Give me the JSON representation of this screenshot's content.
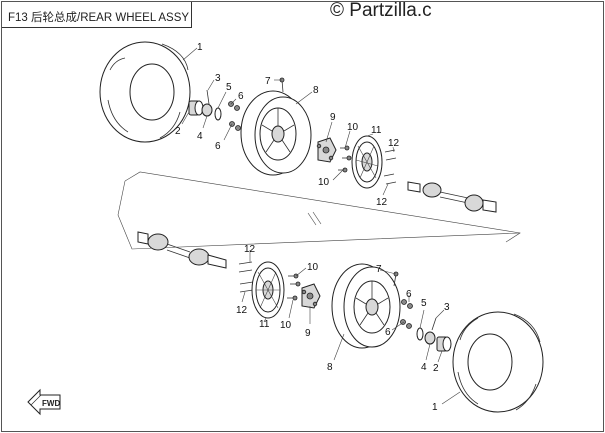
{
  "header": {
    "title": "F13 后轮总成/REAR WHEEL ASSY"
  },
  "watermark": {
    "text": "© Partzilla.c"
  },
  "direction_indicator": {
    "label": "FWD"
  },
  "callouts_upper": [
    {
      "id": "1",
      "label": "1"
    },
    {
      "id": "2",
      "label": "2"
    },
    {
      "id": "3",
      "label": "3"
    },
    {
      "id": "4",
      "label": "4"
    },
    {
      "id": "5",
      "label": "5"
    },
    {
      "id": "6a",
      "label": "6"
    },
    {
      "id": "6b",
      "label": "6"
    },
    {
      "id": "7",
      "label": "7"
    },
    {
      "id": "8",
      "label": "8"
    },
    {
      "id": "9",
      "label": "9"
    },
    {
      "id": "10a",
      "label": "10"
    },
    {
      "id": "10b",
      "label": "10"
    },
    {
      "id": "11",
      "label": "11"
    },
    {
      "id": "12a",
      "label": "12"
    },
    {
      "id": "12b",
      "label": "12"
    }
  ],
  "callouts_lower": [
    {
      "id": "1",
      "label": "1"
    },
    {
      "id": "2",
      "label": "2"
    },
    {
      "id": "3",
      "label": "3"
    },
    {
      "id": "4",
      "label": "4"
    },
    {
      "id": "5",
      "label": "5"
    },
    {
      "id": "6a",
      "label": "6"
    },
    {
      "id": "6b",
      "label": "6"
    },
    {
      "id": "7",
      "label": "7"
    },
    {
      "id": "8",
      "label": "8"
    },
    {
      "id": "9",
      "label": "9"
    },
    {
      "id": "10a",
      "label": "10"
    },
    {
      "id": "10b",
      "label": "10"
    },
    {
      "id": "11",
      "label": "11"
    },
    {
      "id": "12a",
      "label": "12"
    },
    {
      "id": "12b",
      "label": "12"
    }
  ]
}
